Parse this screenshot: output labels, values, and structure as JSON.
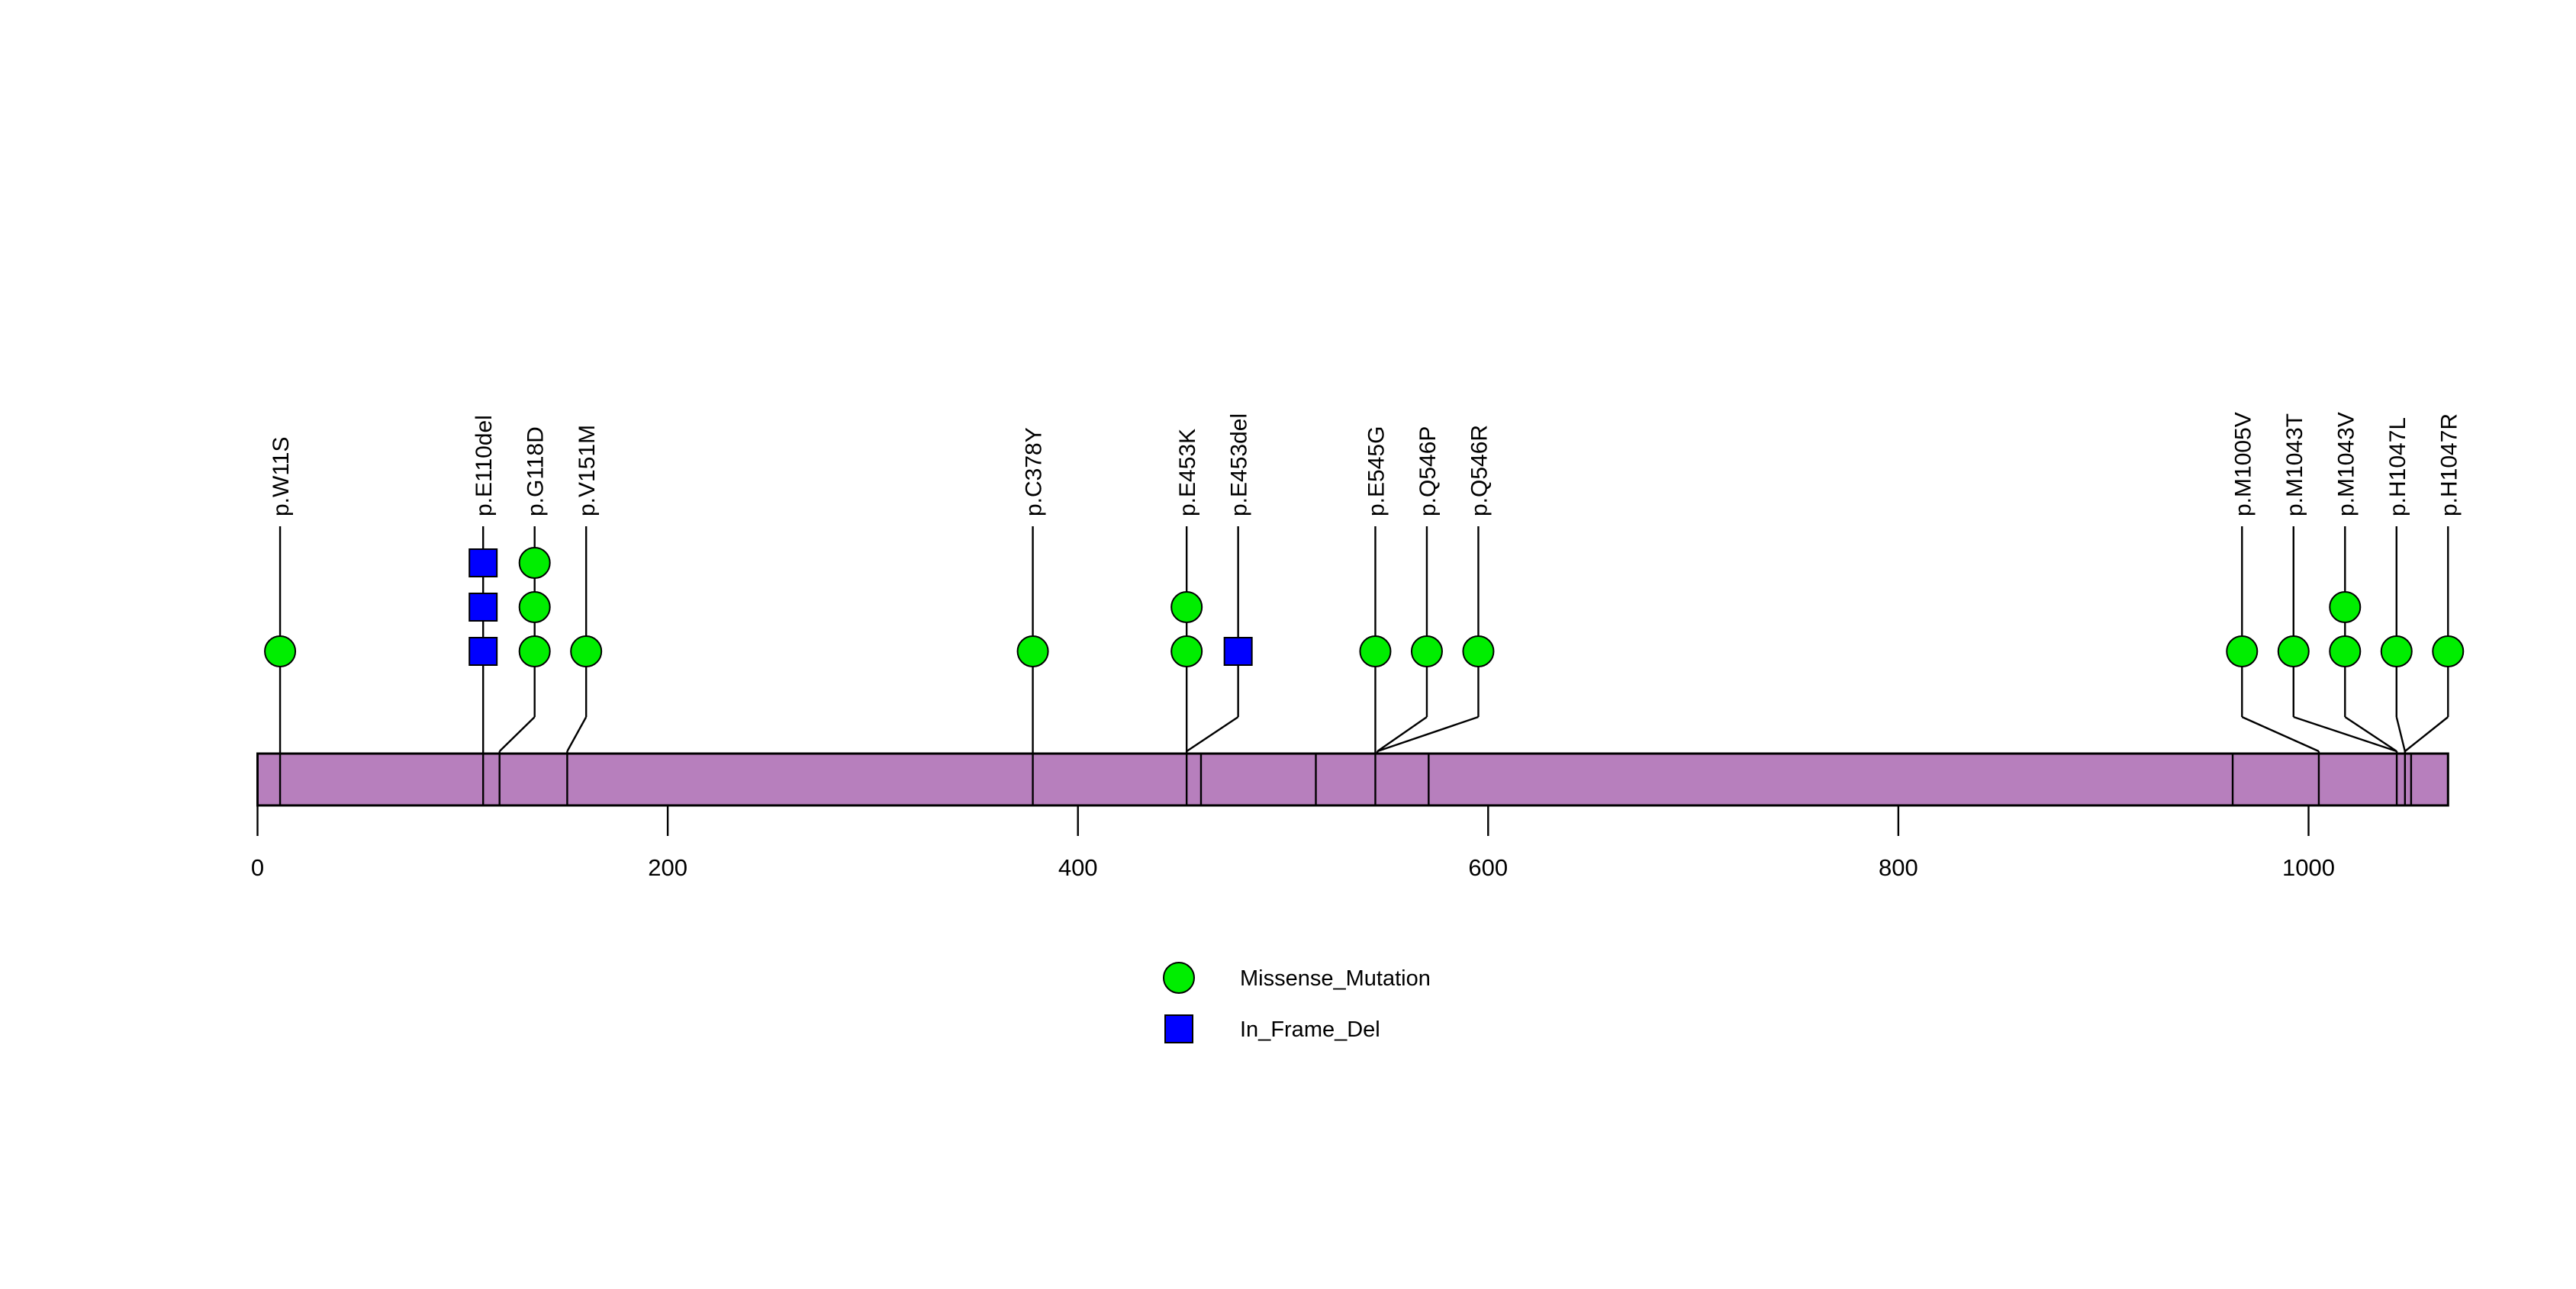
{
  "chart_data": {
    "type": "lollipop",
    "title": "",
    "xlabel": "",
    "ylabel": "",
    "protein": {
      "length": 1068,
      "bar_color": "#b77fbd",
      "bar_start": 0,
      "bar_end": 1068
    },
    "axis": {
      "ticks": [
        0,
        200,
        400,
        600,
        800,
        1000
      ],
      "tick_labels": [
        "0",
        "200",
        "400",
        "600",
        "800",
        "1000"
      ],
      "xlim": [
        0,
        1068
      ],
      "grid": false
    },
    "domain_boundaries": [
      11,
      110,
      118,
      151,
      378,
      453,
      460,
      516,
      545,
      571,
      963,
      1005,
      1043,
      1047,
      1050
    ],
    "mutations": [
      {
        "label": "p.W11S",
        "position": 11,
        "count": 1,
        "type": "Missense_Mutation",
        "marker": "circle",
        "color": "#00ee00"
      },
      {
        "label": "p.E110del",
        "position": 110,
        "count": 3,
        "type": "In_Frame_Del",
        "marker": "square",
        "color": "#0000ff"
      },
      {
        "label": "p.G118D",
        "position": 118,
        "count": 3,
        "type": "Missense_Mutation",
        "marker": "circle",
        "color": "#00ee00"
      },
      {
        "label": "p.V151M",
        "position": 151,
        "count": 1,
        "type": "Missense_Mutation",
        "marker": "circle",
        "color": "#00ee00"
      },
      {
        "label": "p.C378Y",
        "position": 378,
        "count": 1,
        "type": "Missense_Mutation",
        "marker": "circle",
        "color": "#00ee00"
      },
      {
        "label": "p.E453K",
        "position": 453,
        "count": 2,
        "type": "Missense_Mutation",
        "marker": "circle",
        "color": "#00ee00"
      },
      {
        "label": "p.E453del",
        "position": 453,
        "count": 1,
        "type": "In_Frame_Del",
        "marker": "square",
        "color": "#0000ff"
      },
      {
        "label": "p.E545G",
        "position": 545,
        "count": 1,
        "type": "Missense_Mutation",
        "marker": "circle",
        "color": "#00ee00"
      },
      {
        "label": "p.Q546P",
        "position": 546,
        "count": 1,
        "type": "Missense_Mutation",
        "marker": "circle",
        "color": "#00ee00"
      },
      {
        "label": "p.Q546R",
        "position": 546,
        "count": 1,
        "type": "Missense_Mutation",
        "marker": "circle",
        "color": "#00ee00"
      },
      {
        "label": "p.M1005V",
        "position": 1005,
        "count": 1,
        "type": "Missense_Mutation",
        "marker": "circle",
        "color": "#00ee00"
      },
      {
        "label": "p.M1043T",
        "position": 1043,
        "count": 1,
        "type": "Missense_Mutation",
        "marker": "circle",
        "color": "#00ee00"
      },
      {
        "label": "p.M1043V",
        "position": 1043,
        "count": 2,
        "type": "Missense_Mutation",
        "marker": "circle",
        "color": "#00ee00"
      },
      {
        "label": "p.H1047L",
        "position": 1047,
        "count": 1,
        "type": "Missense_Mutation",
        "marker": "circle",
        "color": "#00ee00"
      },
      {
        "label": "p.H1047R",
        "position": 1047,
        "count": 1,
        "type": "Missense_Mutation",
        "marker": "circle",
        "color": "#00ee00"
      }
    ],
    "legend": {
      "position": "bottom",
      "entries": [
        {
          "label": "Missense_Mutation",
          "marker": "circle",
          "color": "#00ee00"
        },
        {
          "label": "In_Frame_Del",
          "marker": "square",
          "color": "#0000ff"
        }
      ]
    }
  }
}
